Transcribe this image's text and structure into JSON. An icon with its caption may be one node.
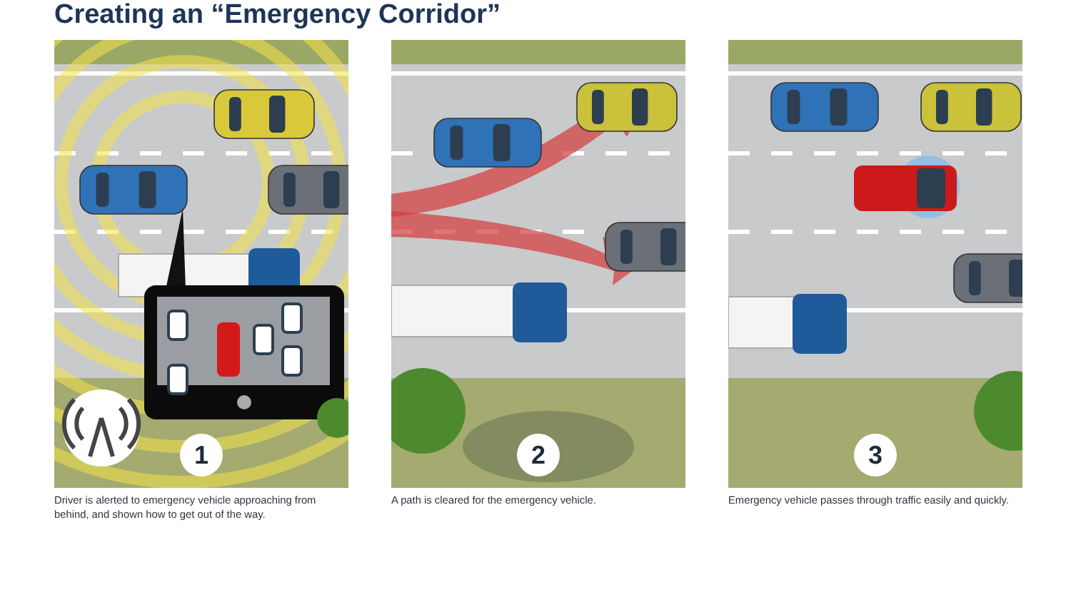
{
  "diagram": {
    "title": "Creating an “Emergency Corridor”",
    "nodes": [
      {
        "text": [
          "1",
          "Driver is alerted to emergency vehicle approaching from behind, and shown how to get out of the way."
        ]
      },
      {
        "text": [
          "2",
          "A path is cleared for the emergency vehicle."
        ]
      },
      {
        "text": [
          "3",
          "Emergency vehicle passes through traffic easily and quickly."
        ]
      }
    ]
  }
}
